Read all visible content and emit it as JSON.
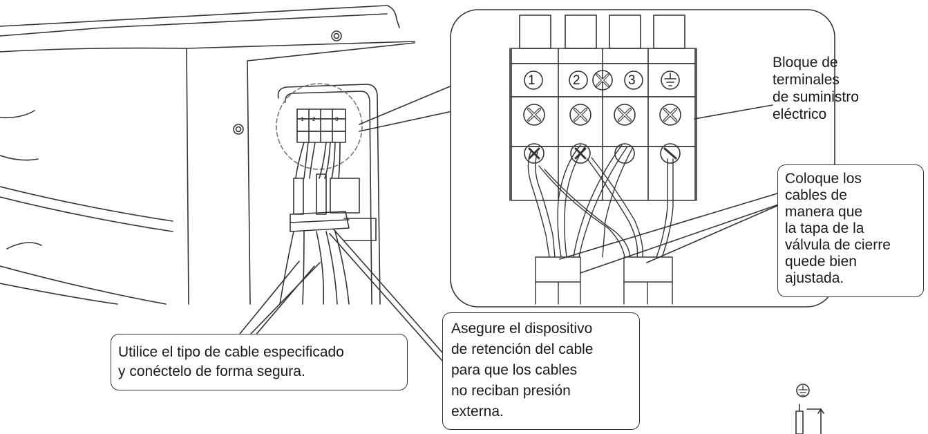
{
  "labels": {
    "terminal_block": "Bloque de\nterminales\nde suministro\neléctrico",
    "place_cables": "Coloque los\ncables de\nmanera que\nla tapa de la\nválvula de cierre\nquede bien\najustada.",
    "cable_type": "Utilice el tipo de cable especificado\ny conéctelo de forma segura.",
    "retention": "Asegure el dispositivo\nde retención del cable\npara que los cables\nno reciban presión\nexterna."
  },
  "terminals": {
    "t1": "1",
    "t2": "2",
    "t3": "3"
  },
  "small_terminals": {
    "s1": "1",
    "s2": "2",
    "s3": "3"
  },
  "icons": {
    "ground": "ground-symbol-icon",
    "screw": "screw-icon"
  },
  "colors": {
    "line": "#333333",
    "background": "#ffffff"
  }
}
